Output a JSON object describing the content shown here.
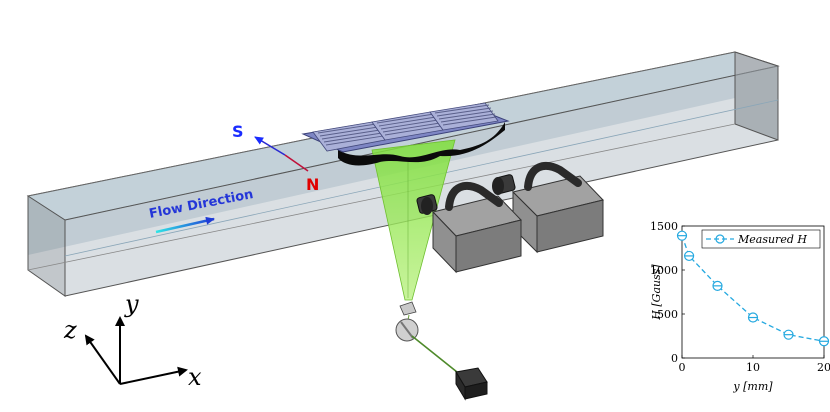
{
  "diagram": {
    "flow_label": "Flow Direction",
    "south_label": "S",
    "north_label": "N",
    "axis_labels": {
      "x": "x",
      "y": "y",
      "z": "z"
    },
    "colors": {
      "flow_text": "#2436d8",
      "south": "#1a2cff",
      "north": "#e00000",
      "channel_fill": "#b6c3cc",
      "magnet_plate": "#7e86c4",
      "laser_sheet": "#8ee24a",
      "camera_body": "#8c8c8c"
    }
  },
  "chart_data": {
    "type": "line",
    "x": [
      0,
      1,
      5,
      10,
      15,
      20
    ],
    "series": [
      {
        "name": "Measured H",
        "values": [
          1390,
          1160,
          820,
          460,
          265,
          190
        ]
      }
    ],
    "legend_text": "Measured H",
    "xlabel": "y [mm]",
    "ylabel": "H [Gauss]",
    "xlim": [
      0,
      20
    ],
    "ylim": [
      0,
      1500
    ],
    "xticks": [
      "0",
      "10",
      "20"
    ],
    "yticks": [
      "0",
      "500",
      "1000",
      "1500"
    ],
    "legend_position": "top",
    "grid": false,
    "color": "#25a9e0"
  }
}
